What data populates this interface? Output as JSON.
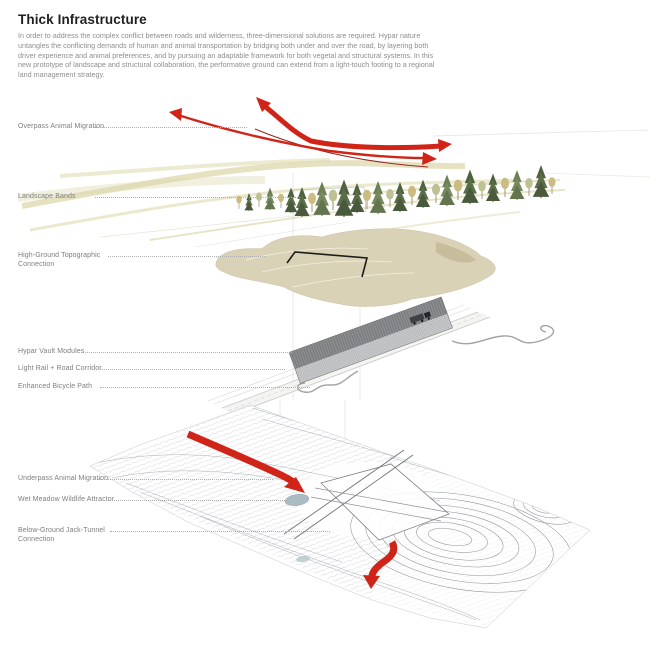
{
  "header": {
    "title": "Thick Infrastructure",
    "description": "In order to address the complex conflict between roads and wilderness, three-dimensional solutions are required.  Hypar nature untangles the conflicting demands of human and animal transportation by bridging both under and over the road, by layering both driver experience and animal preferences, and by pursuing an adaptable framework for both vegetal and structural systems. In this new prototype of landscape and structural collaboration, the performative ground can extend from a light-touch footing to a regional land management strategy."
  },
  "diagram": {
    "labels": [
      {
        "id": "overpass-animal-migration",
        "text": "Overpass Animal Migration"
      },
      {
        "id": "landscape-bands",
        "text": "Landscape Bands"
      },
      {
        "id": "high-ground-topographic-connection",
        "text": "High-Ground Topographic\nConnection"
      },
      {
        "id": "hypar-vault-modules",
        "text": "Hypar Vault Modules"
      },
      {
        "id": "light-rail-road-corridor",
        "text": "Light Rail + Road Corridor"
      },
      {
        "id": "enhanced-bicycle-path",
        "text": "Enhanced Bicycle Path"
      },
      {
        "id": "underpass-animal-migration",
        "text": "Underpass Animal Migration"
      },
      {
        "id": "wet-meadow-wildlife-attractor",
        "text": "Wet Meadow Wildlife Attractor"
      },
      {
        "id": "below-ground-jack-tunnel-connection",
        "text": "Below-Ground Jack-Tunnel\nConnection"
      }
    ],
    "colors": {
      "arrow_red": "#d02418",
      "landform_tan": "#d9d2b6",
      "band_khaki": "#ddd8ac",
      "contour_gray": "#979da0",
      "vault_gray": "#8b8d8f",
      "wet_meadow_blue": "#aabcc1"
    }
  }
}
